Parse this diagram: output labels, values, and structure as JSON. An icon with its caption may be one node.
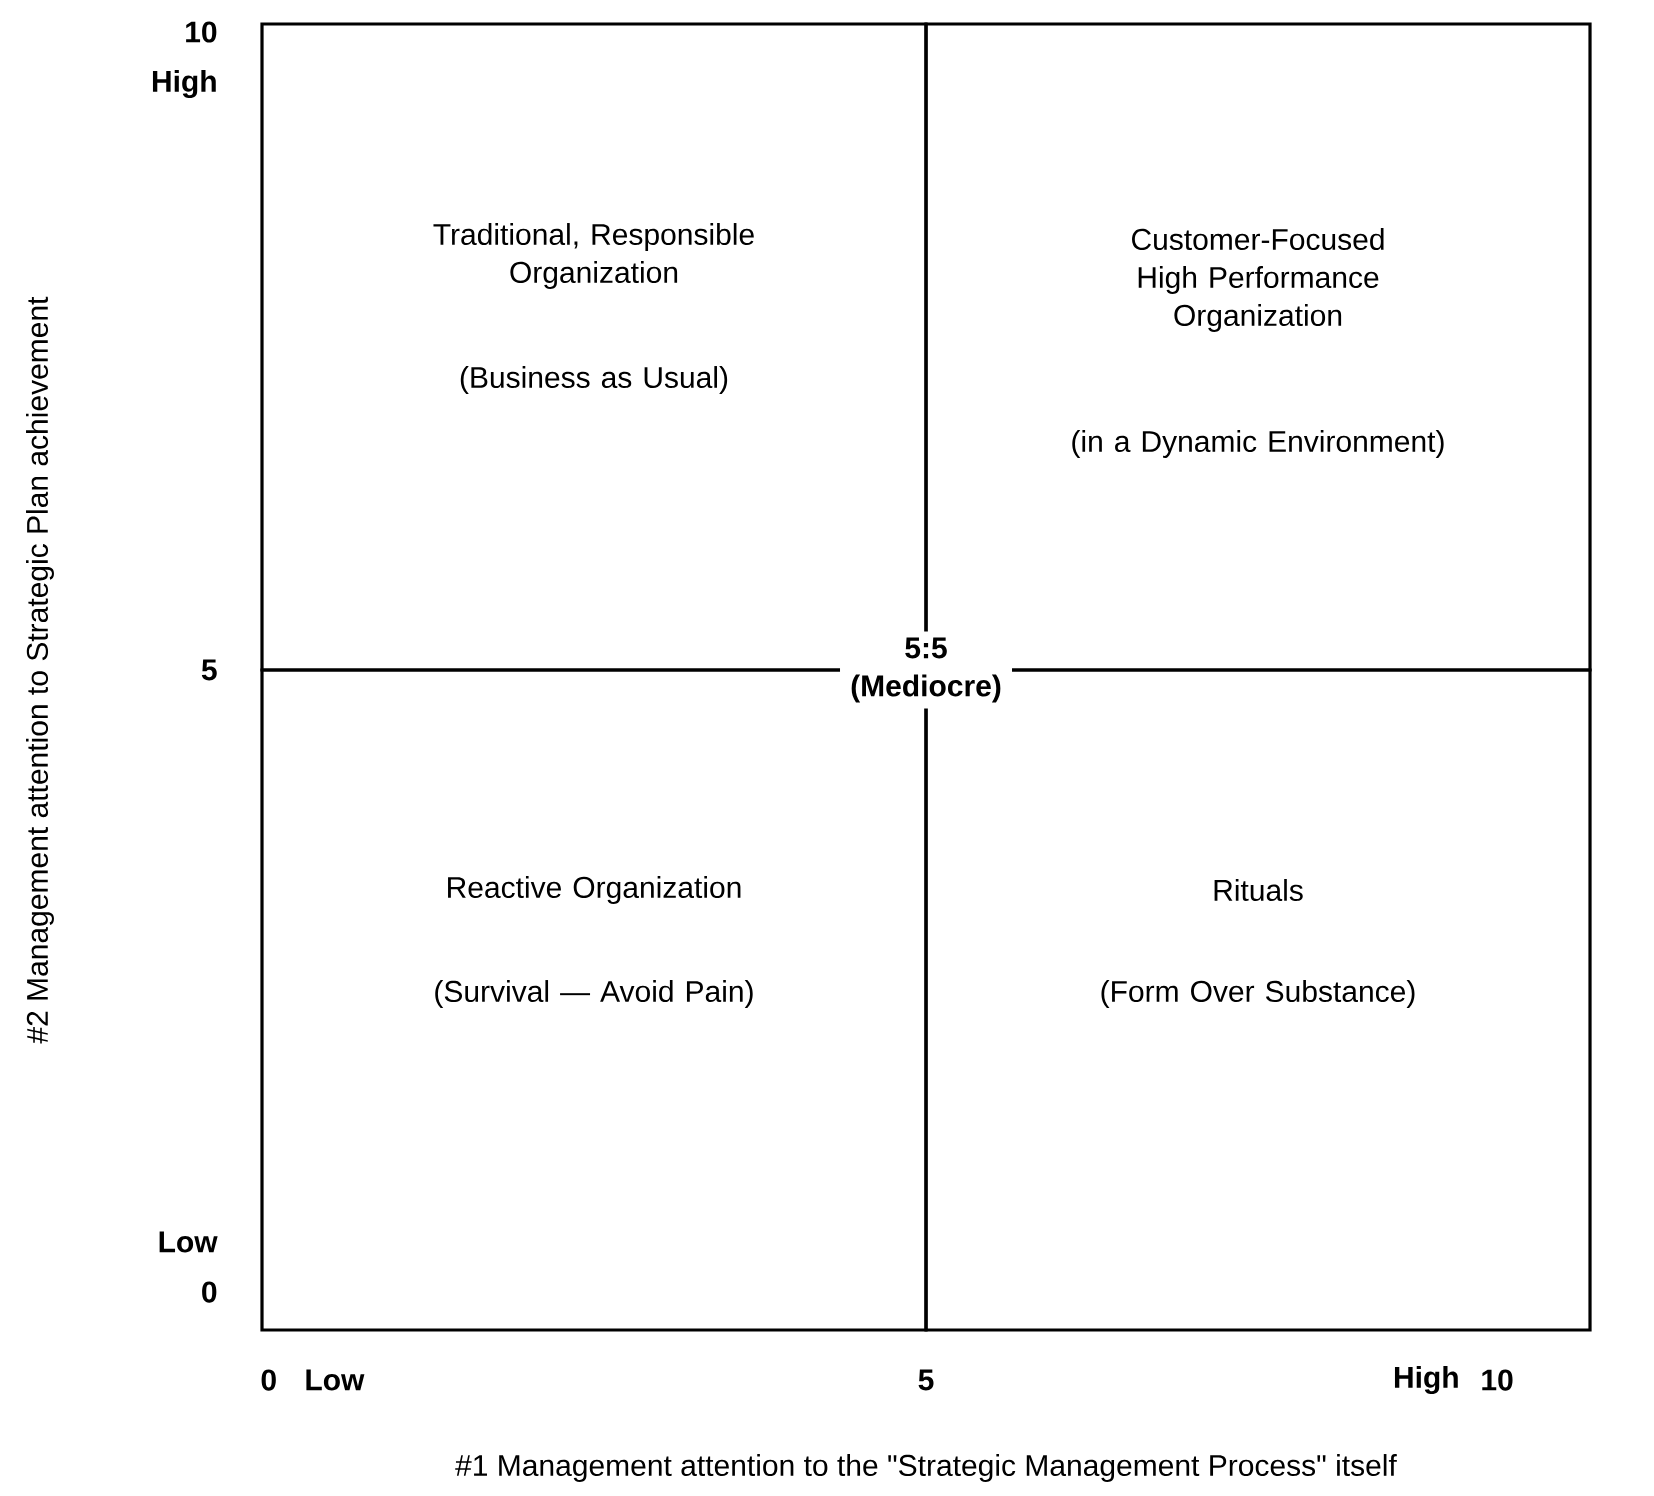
{
  "diagram": {
    "nodes": [
      {
        "text": [
          "Traditional, Responsible Organization",
          "(Business as Usual)"
        ]
      },
      {
        "text": [
          "Customer-Focused High Performance Organization",
          "(in a Dynamic Environment)"
        ]
      },
      {
        "text": [
          "Reactive Organization",
          "(Survival — Avoid Pain)"
        ]
      },
      {
        "text": [
          "Rituals",
          "(Form Over Substance)"
        ]
      }
    ],
    "labels": [
      "#2 Management attention to Strategic Plan achievement",
      "10",
      "High",
      "5:5 (Mediocre)",
      "5",
      "Low",
      "0",
      "0",
      "Low",
      "5",
      "High",
      "10",
      "#1 Management attention to the \"Strategic Management Process\" itself"
    ]
  }
}
